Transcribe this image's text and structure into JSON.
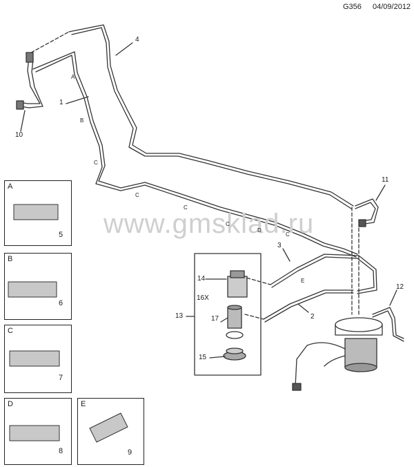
{
  "header": {
    "code": "G356",
    "date": "04/09/2012"
  },
  "watermark": "www.gmsklad.ru",
  "callouts": [
    "1",
    "2",
    "3",
    "4",
    "10",
    "11",
    "12",
    "13",
    "14",
    "16X",
    "17",
    "15"
  ],
  "segments": [
    "A",
    "B",
    "C",
    "C",
    "C",
    "C",
    "D",
    "C",
    "E"
  ],
  "side_boxes": [
    {
      "letter": "A",
      "number": "5"
    },
    {
      "letter": "B",
      "number": "6"
    },
    {
      "letter": "C",
      "number": "7"
    },
    {
      "letter": "D",
      "number": "8"
    },
    {
      "letter": "E",
      "number": "9"
    }
  ],
  "colors": {
    "line": "#333333",
    "watermark": "#cfcfcf"
  }
}
